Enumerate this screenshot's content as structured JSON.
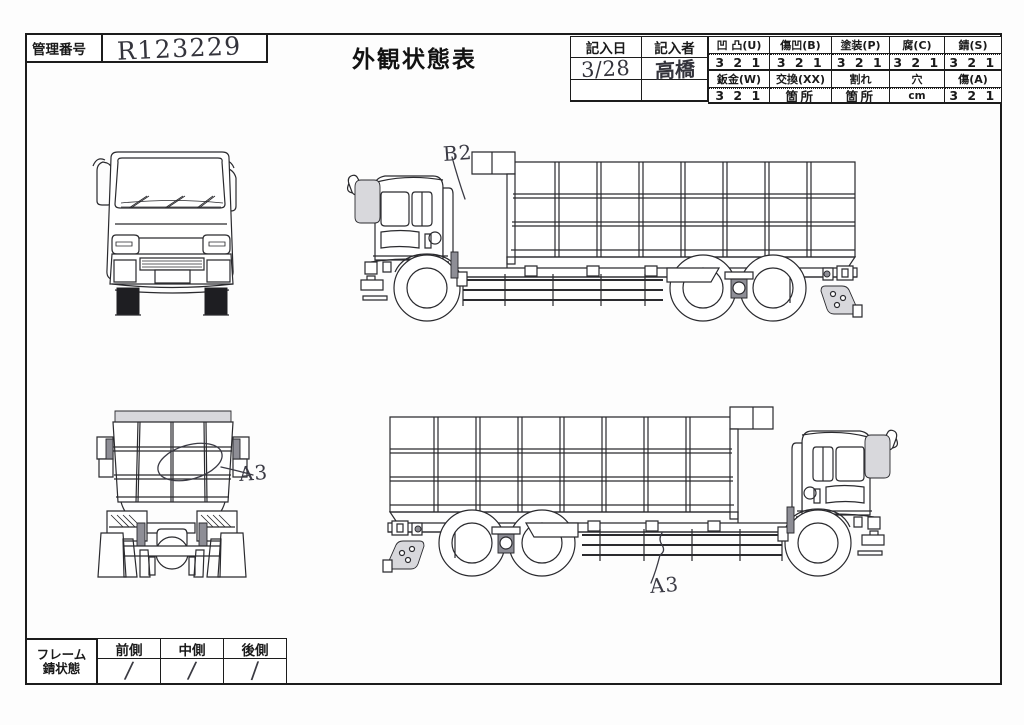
{
  "document": {
    "title": "外観状態表",
    "control_number_label": "管理番号",
    "control_number_value": "R123229"
  },
  "header_table": {
    "date_label": "記入日",
    "date_value": "3/28",
    "inspector_label": "記入者",
    "inspector_value": "高橋",
    "damage_columns": [
      {
        "label": "凹 凸(U)",
        "scale": "3 2 1",
        "label2": "鈑金(W)",
        "scale2": "3 2 1"
      },
      {
        "label": "傷凹(B)",
        "scale": "3 2 1",
        "label2": "交換(XX)",
        "scale2": "箇所"
      },
      {
        "label": "塗装(P)",
        "scale": "3 2 1",
        "label2": "割れ",
        "scale2": "箇所"
      },
      {
        "label": "腐(C)",
        "scale": "3 2 1",
        "label2": "穴",
        "scale2": "cm"
      },
      {
        "label": "錆(S)",
        "scale": "3 2 1",
        "label2": "傷(A)",
        "scale2": "3 2 1"
      }
    ]
  },
  "frame_table": {
    "row_label_line1": "フレーム",
    "row_label_line2": "錆状態",
    "columns": [
      "前側",
      "中側",
      "後側"
    ],
    "values": [
      "/",
      "/",
      "/"
    ]
  },
  "annotations": [
    {
      "code": "B2",
      "view": "left-side-view-cab"
    },
    {
      "code": "A3",
      "view": "rear-view-bed"
    },
    {
      "code": "A3",
      "view": "right-side-view-chassis"
    }
  ],
  "views": {
    "front": "front-view-truck-cab",
    "rear": "rear-view-dump-bed",
    "left_side": "left-side-view-dump-truck",
    "right_side": "right-side-view-dump-truck"
  }
}
